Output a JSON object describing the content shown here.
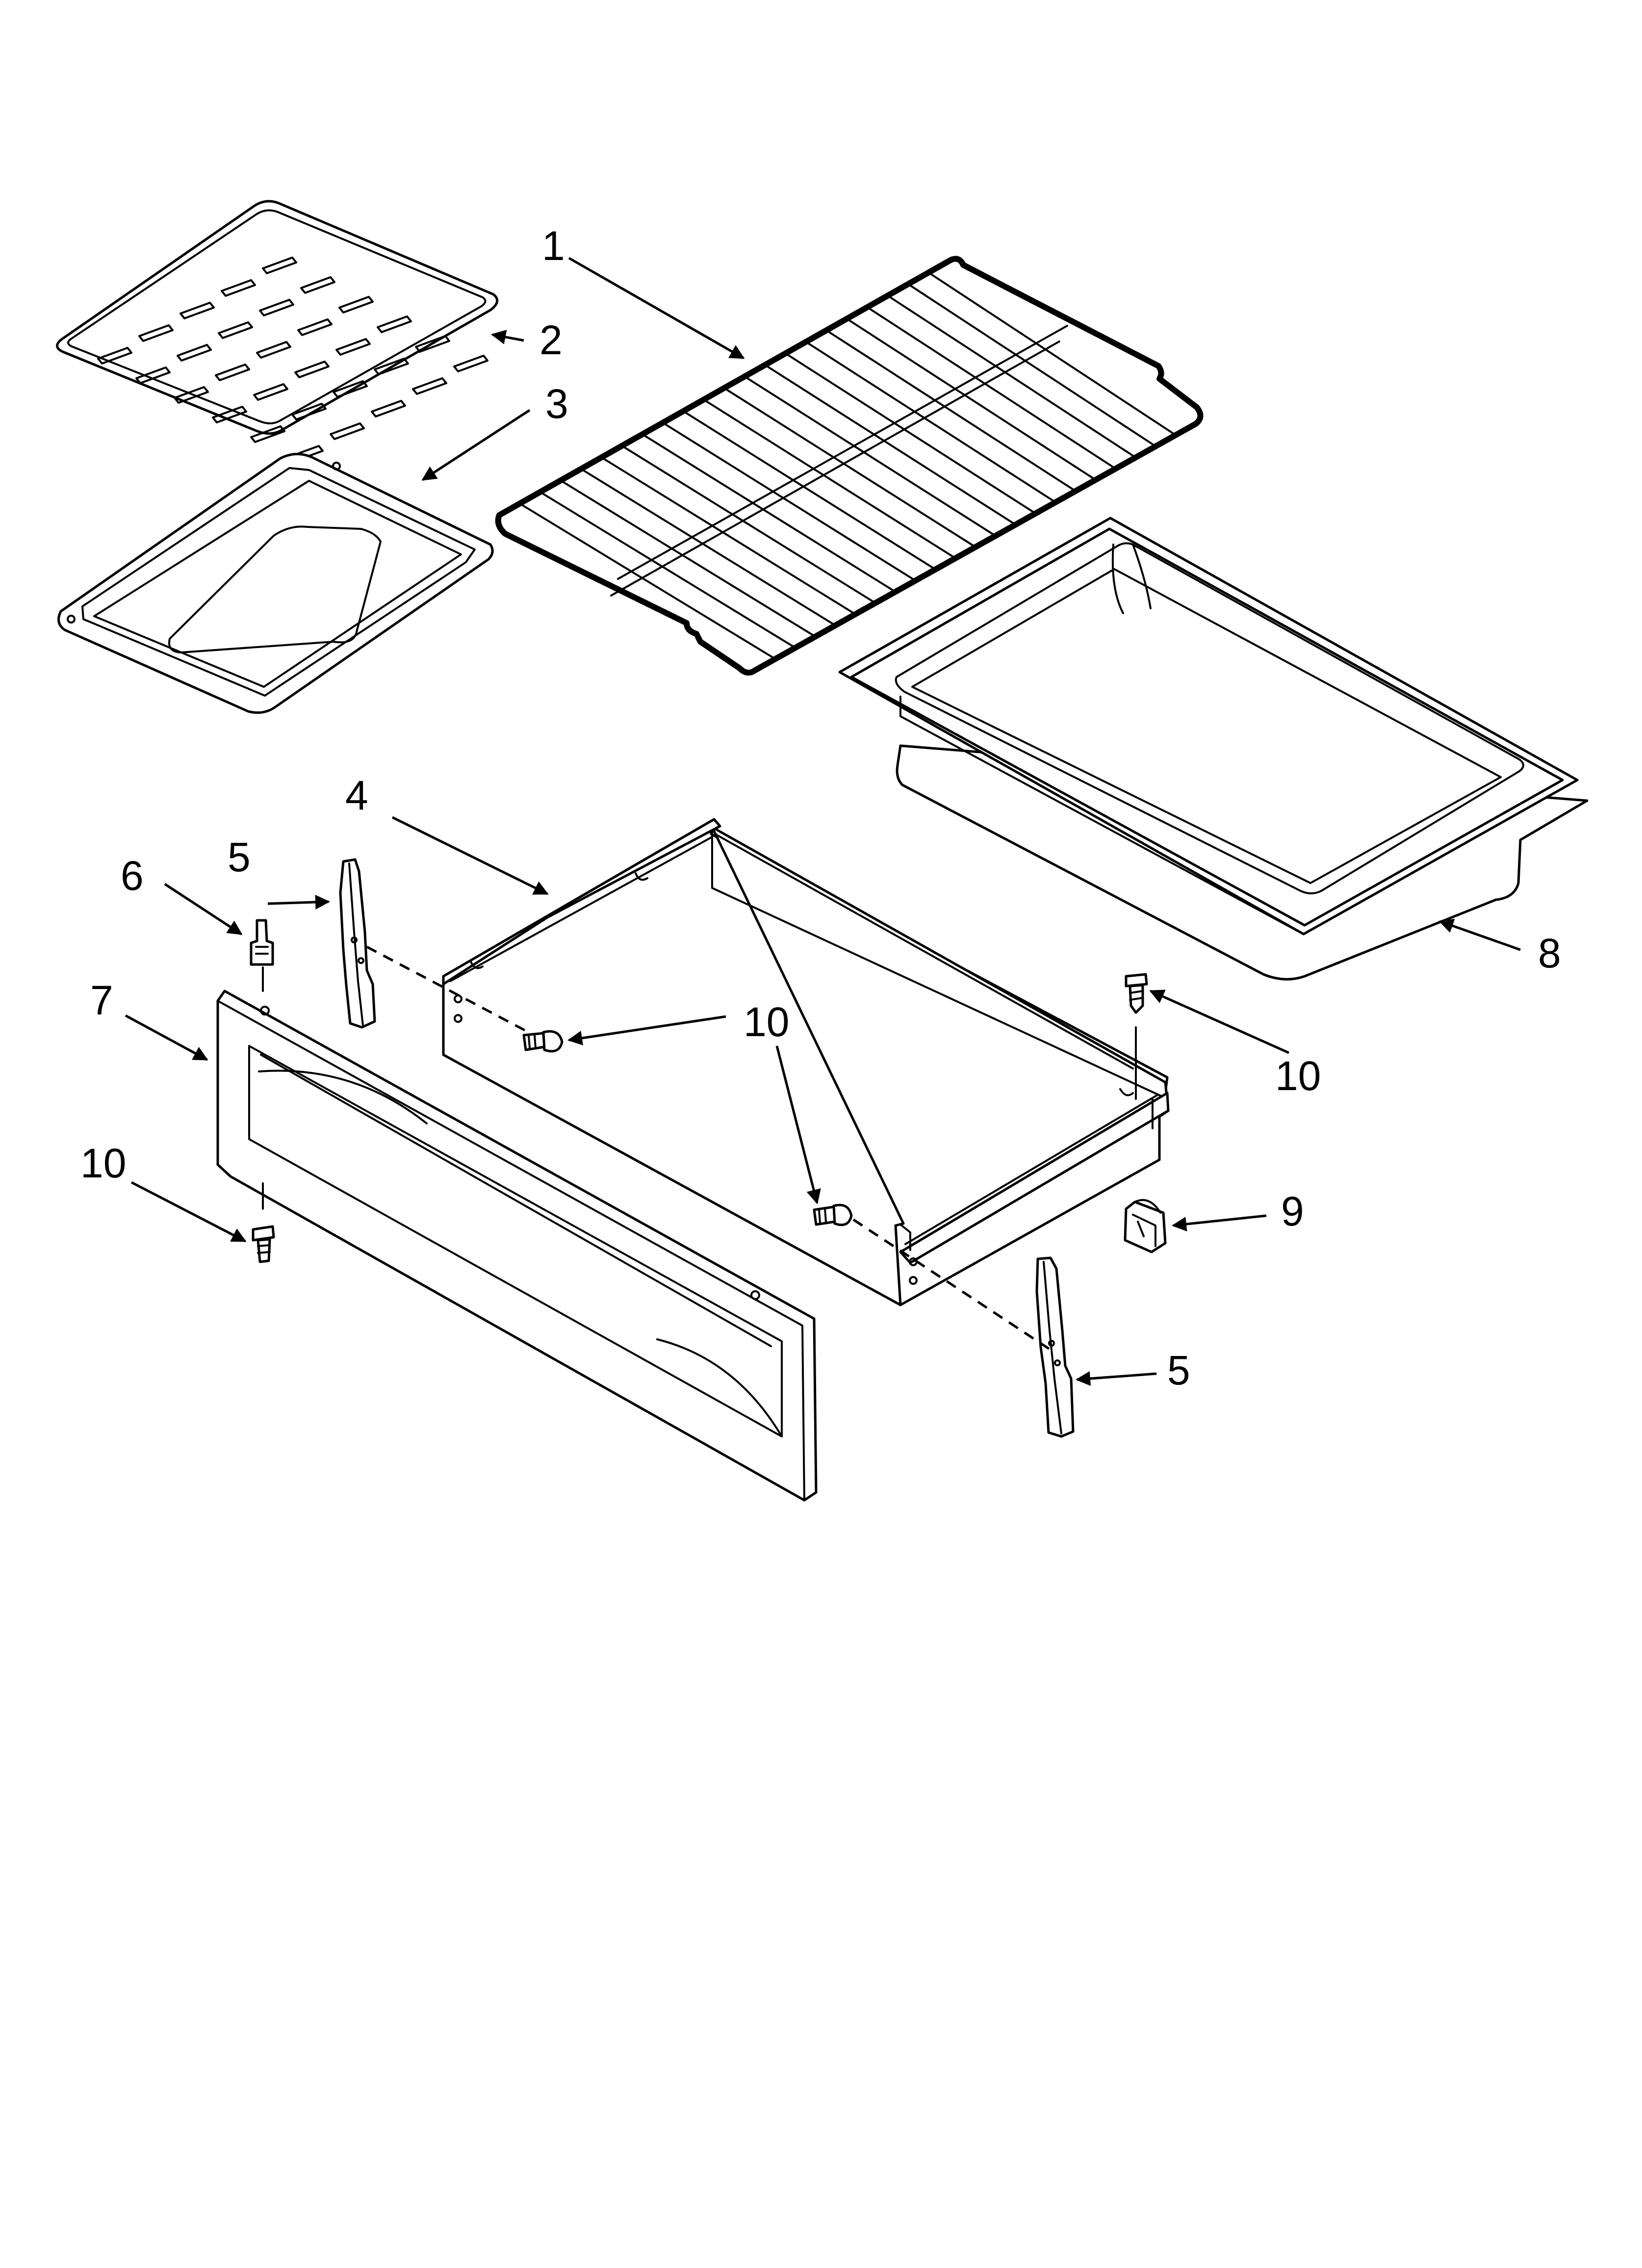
{
  "callouts": {
    "c1": "1",
    "c2": "2",
    "c3": "3",
    "c4": "4",
    "c5a": "5",
    "c5b": "5",
    "c6": "6",
    "c7": "7",
    "c8": "8",
    "c9": "9",
    "c10a": "10",
    "c10b": "10",
    "c10c": "10"
  },
  "colors": {
    "line": "#000000",
    "background": "#ffffff"
  }
}
